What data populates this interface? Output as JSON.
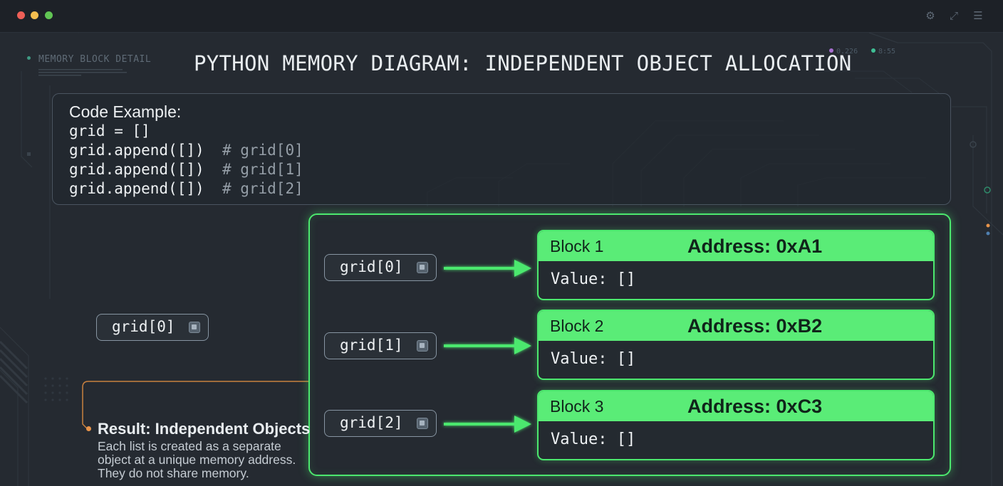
{
  "window": {
    "controls": [
      "close",
      "minimize",
      "maximize"
    ],
    "toolbar_icons": [
      "settings-icon",
      "expand-icon",
      "menu-icon"
    ]
  },
  "sidebar_label": "MEMORY BLOCK DETAIL",
  "title": "PYTHON MEMORY DIAGRAM: INDEPENDENT OBJECT ALLOCATION",
  "stats": [
    "0.226",
    "8:55"
  ],
  "code": {
    "heading": "Code Example:",
    "lines": [
      {
        "code": "grid = []",
        "comment": ""
      },
      {
        "code": "grid.append([])  ",
        "comment": "# grid[0]"
      },
      {
        "code": "grid.append([])  ",
        "comment": "# grid[1]"
      },
      {
        "code": "grid.append([])  ",
        "comment": "# grid[2]"
      }
    ]
  },
  "detached_ref": "grid[0]",
  "refs": [
    "grid[0]",
    "grid[1]",
    "grid[2]"
  ],
  "blocks": [
    {
      "name": "Block 1",
      "address": "Address: 0xA1",
      "value": "Value: []"
    },
    {
      "name": "Block 2",
      "address": "Address: 0xB2",
      "value": "Value: []"
    },
    {
      "name": "Block 3",
      "address": "Address: 0xC3",
      "value": "Value: []"
    }
  ],
  "result": {
    "title": "Result: Independent Objects",
    "body": "Each list is created as a separate object at a unique memory address. They do not share memory."
  },
  "colors": {
    "background": "#252a31",
    "accent_green": "#4ce86e",
    "block_header": "#5aec77",
    "result_dot": "#e8944a",
    "window_close": "#ee5f57",
    "window_minimize": "#f4bd4f",
    "window_maximize": "#61c554"
  }
}
